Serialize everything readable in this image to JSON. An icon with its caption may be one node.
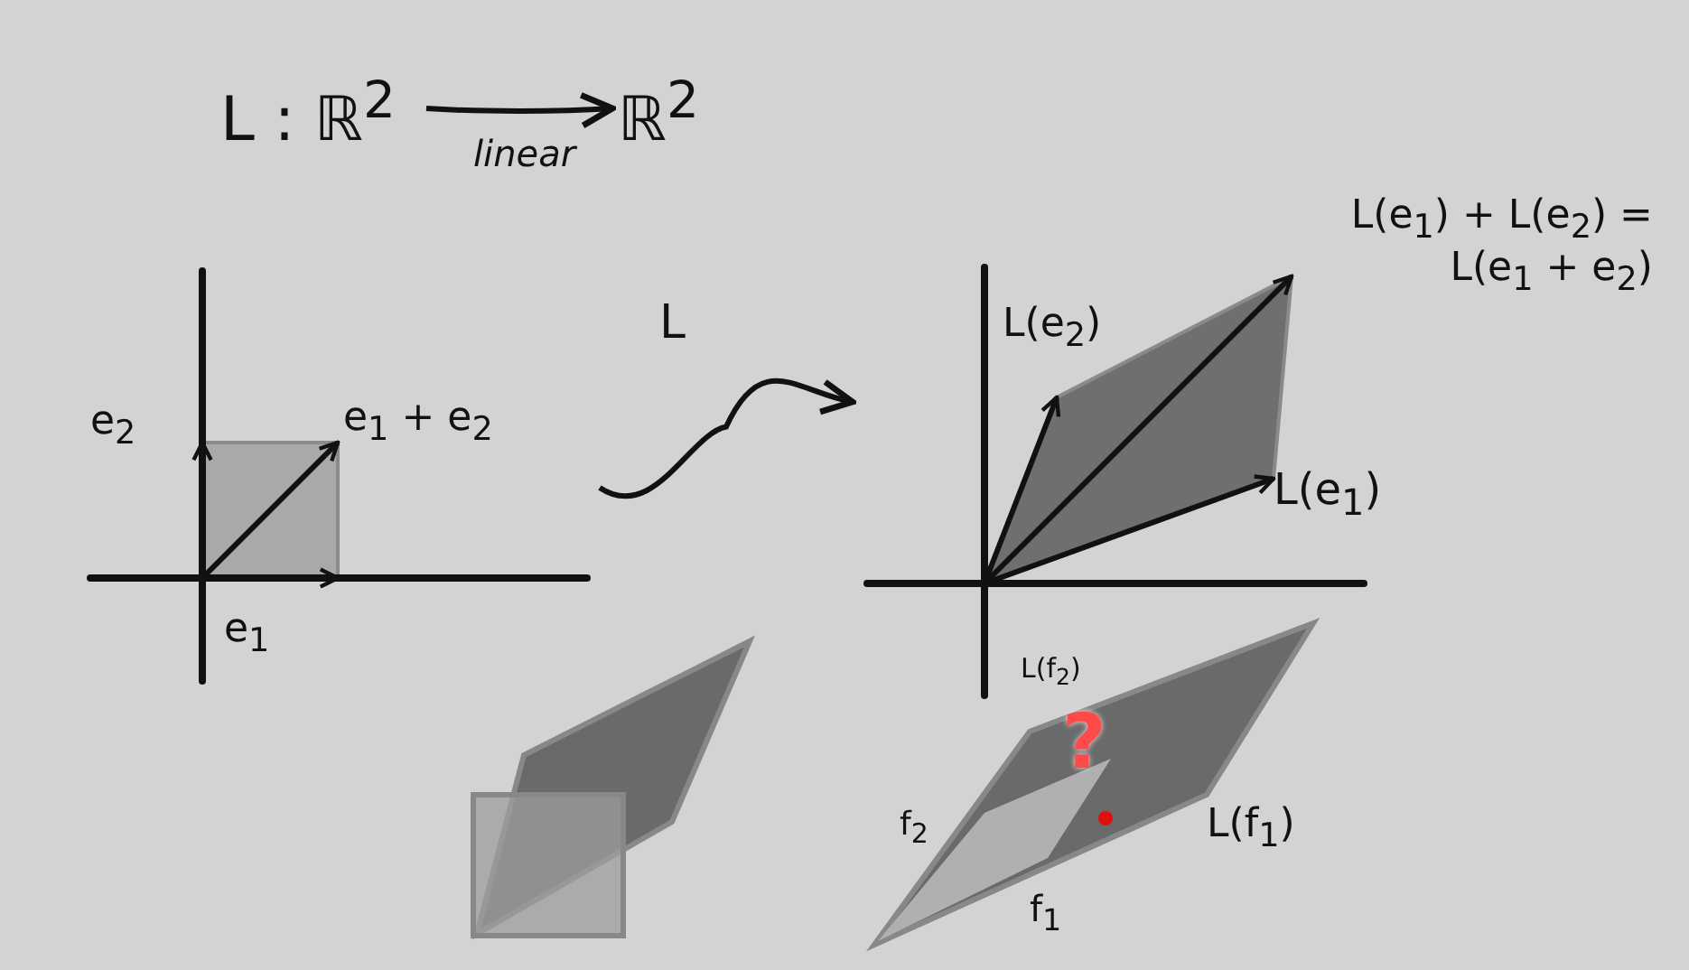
{
  "diagram": {
    "nodes": [
      {
        "text": [
          "L : ℝ$^{2}$"
        ]
      },
      {
        "text": [
          "ℝ$^{2}$"
        ]
      },
      {
        "text": [],
        "shape": "picture"
      },
      {
        "text": [],
        "shape": "picture"
      }
    ],
    "edges": [
      {
        "from": 0,
        "to": 1,
        "arrow": "to",
        "label": "linear"
      },
      {
        "from": 2,
        "to": 3,
        "arrow": "to",
        "label": "L"
      }
    ],
    "labels": [
      "e$_{2}$",
      "e$_{1}$ + e$_{2}$",
      "e$_{1}$",
      "L(e$_{2}$)",
      "L(e$_{1}$) + L(e$_{2}$) = L(e$_{1}$ + e$_{2}$)",
      "L(e$_{1}$)",
      "L(f$_{2}$)",
      "?",
      "f$_{2}$",
      "L(f$_{1}$)",
      "f$_{1}$"
    ]
  }
}
